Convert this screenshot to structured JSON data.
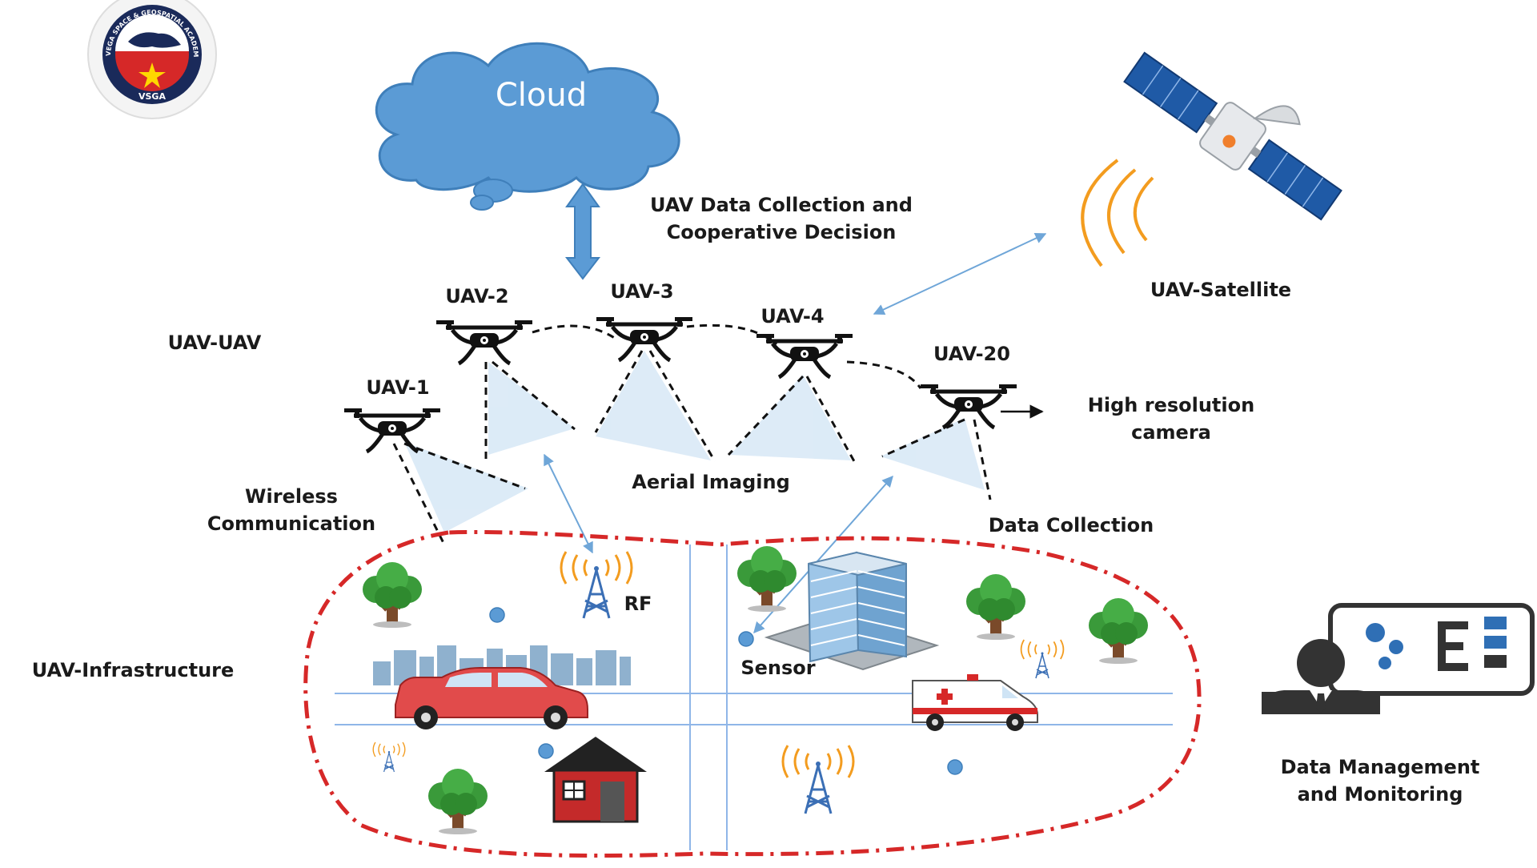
{
  "logo": {
    "ring_text": "VEGA SPACE & GEOSPATIAL ACADEMY",
    "abbr": "VSGA",
    "icon": "vsga-logo-icon"
  },
  "cloud": {
    "label": "Cloud",
    "icon": "cloud-icon"
  },
  "uav_data_collection": {
    "line1": "UAV Data Collection and",
    "line2": "Cooperative Decision"
  },
  "uav_satellite": "UAV-Satellite",
  "uav_uav": "UAV-UAV",
  "uavs": [
    {
      "label": "UAV-1",
      "icon": "drone-icon"
    },
    {
      "label": "UAV-2",
      "icon": "drone-icon"
    },
    {
      "label": "UAV-3",
      "icon": "drone-icon"
    },
    {
      "label": "UAV-4",
      "icon": "drone-icon"
    },
    {
      "label": "UAV-20",
      "icon": "drone-icon"
    }
  ],
  "high_res_camera": {
    "line1": "High resolution",
    "line2": "camera"
  },
  "wireless_comm": {
    "line1": "Wireless",
    "line2": "Communication"
  },
  "aerial_imaging": "Aerial Imaging",
  "data_collection": "Data Collection",
  "uav_infrastructure": "UAV-Infrastructure",
  "rf": "RF",
  "sensor": "Sensor",
  "data_management": {
    "line1": "Data Management",
    "line2": "and Monitoring"
  },
  "colors": {
    "cloud_fill": "#5b9bd5",
    "cloud_stroke": "#3f7fba",
    "arrow_blue": "#5b9bd5",
    "infra_boundary": "#d62828",
    "signal_orange": "#f39c1f",
    "beam_fill": "#dbeaf7",
    "text": "#1a1a1a"
  }
}
